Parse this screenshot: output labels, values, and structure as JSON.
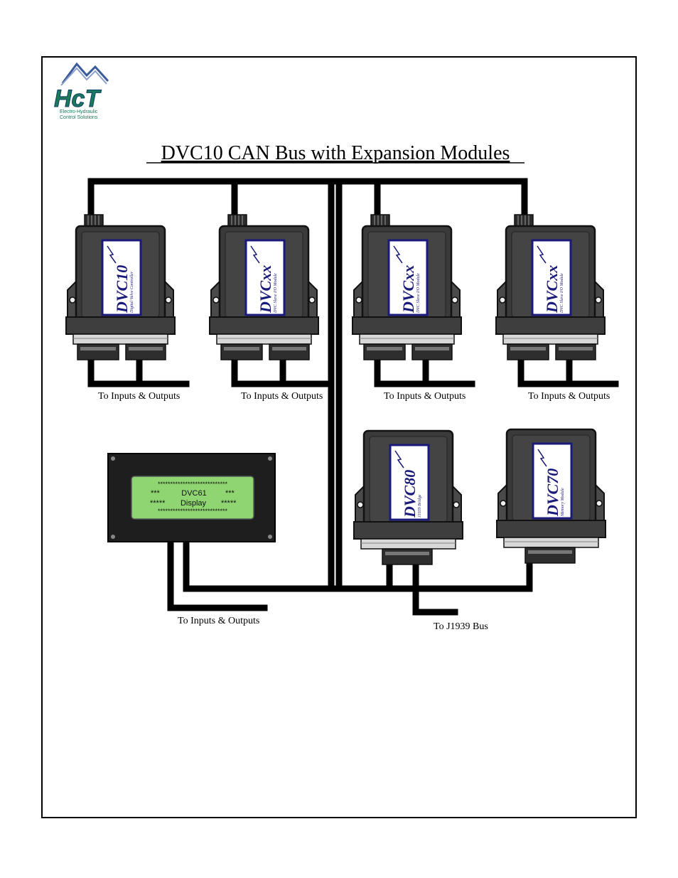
{
  "logo": {
    "letters": "HcT",
    "tagline_line1": "Electro-Hydraulic",
    "tagline_line2": "Control Solutions"
  },
  "title": "DVC10 CAN Bus with Expansion Modules",
  "modules": {
    "m1": {
      "name": "DVC10",
      "subtitle": "Digital Valve Controller"
    },
    "m2": {
      "name": "DVCxx",
      "subtitle": "DVC Slave I/O Module"
    },
    "m3": {
      "name": "DVCxx",
      "subtitle": "DVC Slave I/O Module"
    },
    "m4": {
      "name": "DVCxx",
      "subtitle": "DVC Slave I/O Module"
    },
    "m5": {
      "name": "DVC80",
      "subtitle": "J1939 Bridge"
    },
    "m6": {
      "name": "DVC70",
      "subtitle": "Memory Module"
    }
  },
  "display": {
    "row1": "****************************",
    "row2_left": "***",
    "row2_center": "DVC61",
    "row2_right": "***",
    "row3_left": "*****",
    "row3_center": "Display",
    "row3_right": "*****",
    "row4": "****************************"
  },
  "labels": {
    "io_1": "To Inputs & Outputs",
    "io_2": "To Inputs & Outputs",
    "io_3": "To Inputs & Outputs",
    "io_4": "To Inputs & Outputs",
    "io_display": "To Inputs & Outputs",
    "j1939": "To J1939 Bus"
  },
  "colors": {
    "module_body": "#3a3a3a",
    "module_face": "#4a4a4a",
    "label_plate": "#ffffff",
    "label_border": "#1a1a7a",
    "lcd_green": "#8fd672",
    "logo_blue": "#1a3a8a",
    "logo_green": "#1a7a5a",
    "bus": "#000000"
  }
}
